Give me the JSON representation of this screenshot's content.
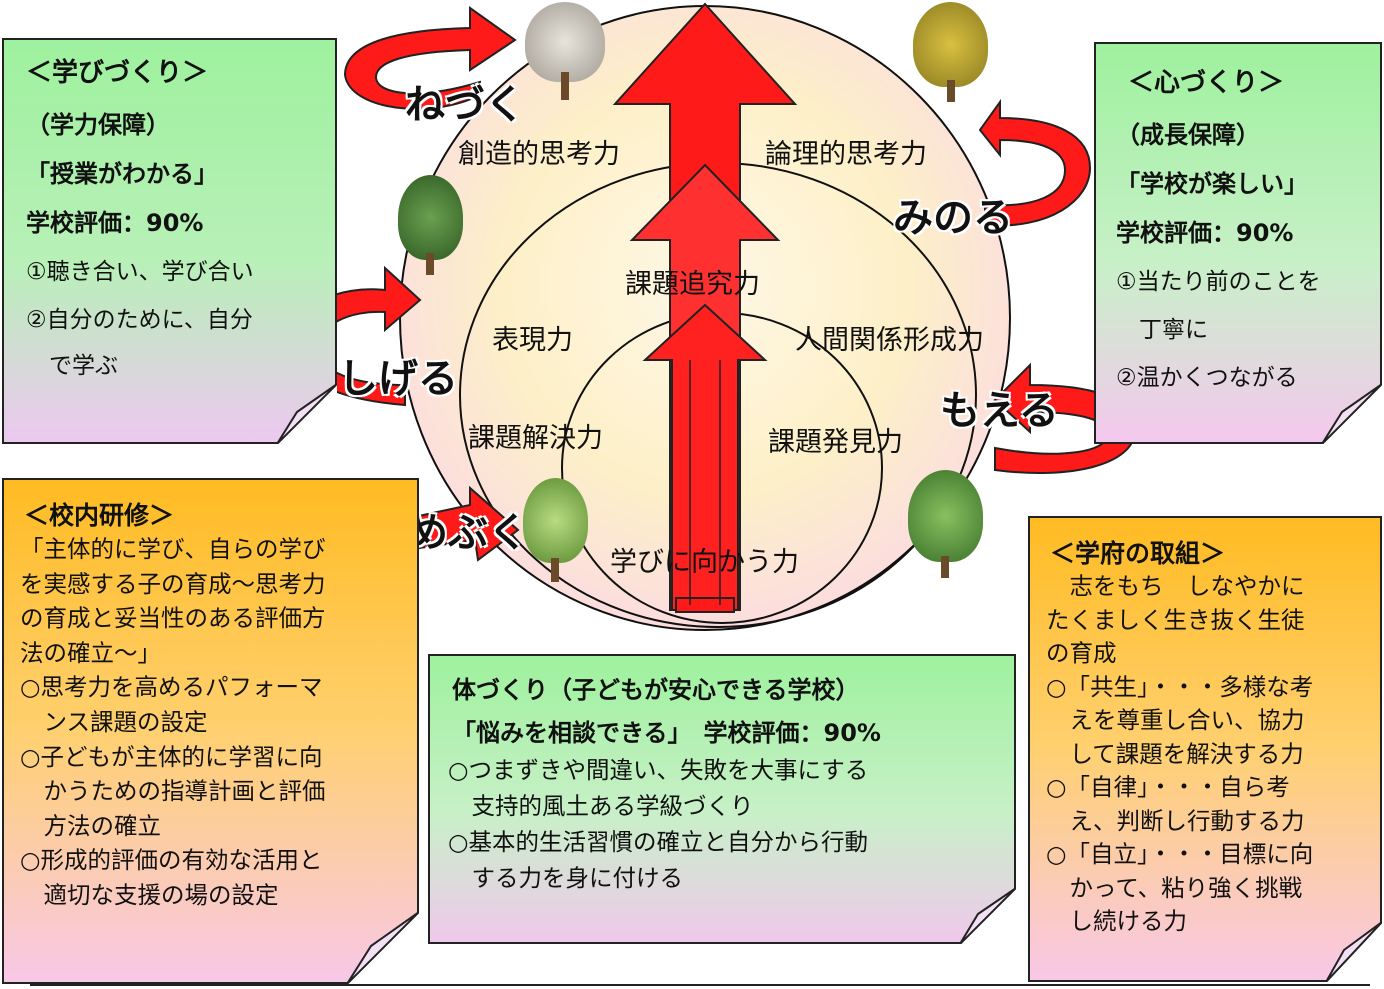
{
  "stages": {
    "top": "ねづく",
    "right_top": "みのる",
    "left_mid": "しげる",
    "right_mid": "もえる",
    "left_bottom": "めぶく"
  },
  "rings": {
    "outer_left": "創造的思考力",
    "outer_right": "論理的思考力",
    "middle_center": "課題追究力",
    "middle_left": "表現力",
    "middle_right": "人間関係形成力",
    "inner_left": "課題解決力",
    "inner_right": "課題発見力",
    "core": "学びに向かう力"
  },
  "manabi": {
    "title": "＜学びづくり＞",
    "sub": "（学力保障）",
    "quote": "「授業がわかる」",
    "eval": "学校評価：90%",
    "item1": "①聴き合い、学び合い",
    "item2a": "②自分のために、自分",
    "item2b": "　で学ぶ"
  },
  "kokoro": {
    "title": "＜心づくり＞",
    "sub": "（成長保障）",
    "quote": "「学校が楽しい」",
    "eval": "学校評価：90%",
    "item1a": "①当たり前のことを",
    "item1b": "　丁寧に",
    "item2": "②温かくつながる"
  },
  "kenshu": {
    "title": "＜校内研修＞",
    "lines": [
      "「主体的に学び、自らの学び",
      "を実感する子の育成～思考力",
      "の育成と妥当性のある評価方",
      "法の確立～」",
      "○思考力を高めるパフォーマ",
      "　ンス課題の設定",
      "○子どもが主体的に学習に向",
      "　かうための指導計画と評価",
      "　方法の確立",
      "○形成的評価の有効な活用と",
      "　適切な支援の場の設定"
    ]
  },
  "karada": {
    "title": "体づくり（子どもが安心できる学校）",
    "quote": "「悩みを相談できる」　学校評価：90%",
    "lines": [
      "○つまずきや間違い、失敗を大事にする",
      "　支持的風土ある学級づくり",
      "○基本的生活習慣の確立と自分から行動",
      "　する力を身に付ける"
    ]
  },
  "gakufu": {
    "title": "＜学府の取組＞",
    "lines": [
      "　志をもち　しなやかに",
      "たくましく生き抜く生徒",
      "の育成",
      "○「共生」・・・多様な考",
      "　えを尊重し合い、協力",
      "　して課題を解決する力",
      "○「自律」・・・自ら考",
      "　え、判断し行動する力",
      "○「自立」・・・目標に向",
      "　かって、粘り強く挑戦",
      "　し続ける力"
    ]
  },
  "colors": {
    "arrow_red": "#ff1a1a",
    "green_note": "#9ef19e",
    "pink_note": "#f9c6e6",
    "orange_note": "#ffbb22"
  }
}
